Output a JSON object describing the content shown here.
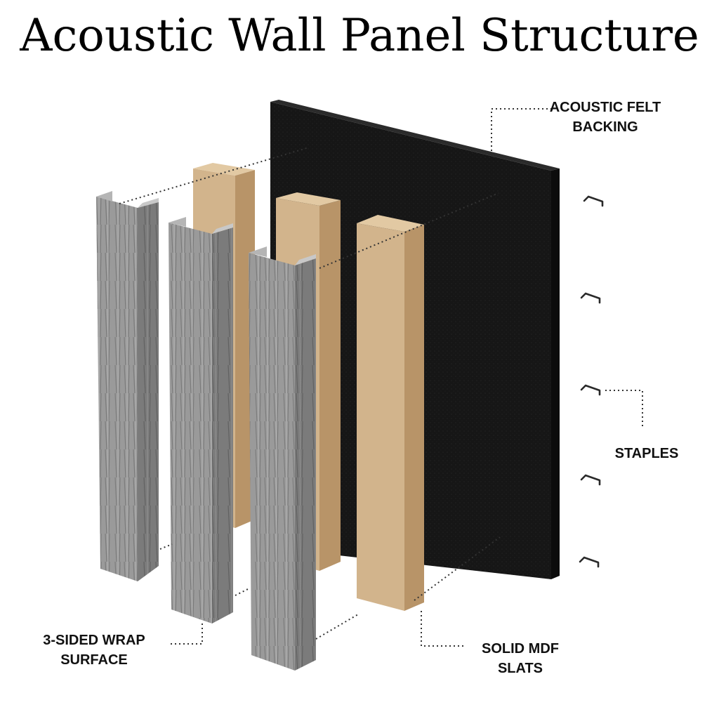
{
  "title": "Acoustic Wall Panel Structure",
  "labels": {
    "felt": {
      "line1": "ACOUSTIC FELT",
      "line2": "BACKING"
    },
    "staples": {
      "line1": "STAPLES"
    },
    "wrap": {
      "line1": "3-SIDED WRAP",
      "line2": "SURFACE"
    },
    "mdf": {
      "line1": "SOLID MDF",
      "line2": "SLATS"
    }
  },
  "colors": {
    "felt": "#161616",
    "mdf_front": "#d2b48c",
    "mdf_side": "#b89468",
    "mdf_top": "#e2c9a3",
    "wrap_front": "#9c9c9c",
    "wrap_side": "#7e7e7e",
    "leader": "#333333"
  }
}
